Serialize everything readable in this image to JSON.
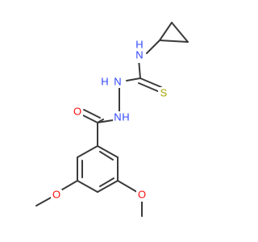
{
  "molecule": {
    "name": "",
    "colors": {
      "N": "#2f46ff",
      "O": "#ff0d0d",
      "S": "#a8a400",
      "bond": "#3a3a3a"
    },
    "atoms": {
      "n_cyclopropyl": "N",
      "h_cyclopropyl": "H",
      "s_thio": "S",
      "n_hydrazine_upper": "N",
      "h_hydrazine_upper": "H",
      "n_hydrazine_lower": "N",
      "h_hydrazine_lower": "H",
      "o_carbonyl": "O",
      "o_methoxy_left": "O",
      "o_methoxy_right": "O"
    }
  }
}
